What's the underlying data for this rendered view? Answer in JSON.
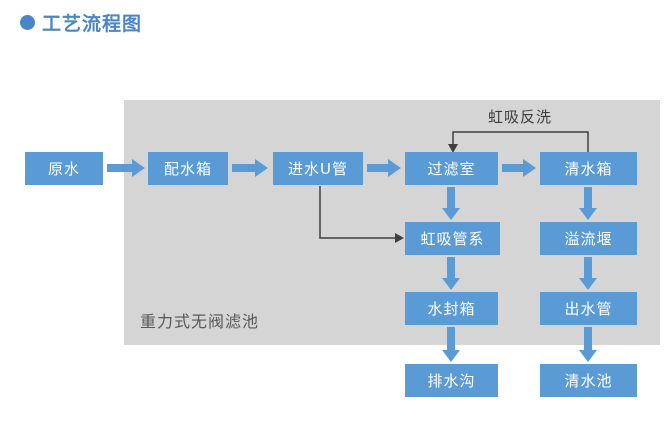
{
  "page": {
    "title": "工艺流程图"
  },
  "diagram": {
    "panel_label": "重力式无阀滤池",
    "feedback_label": "虹吸反洗",
    "nodes": [
      {
        "id": "raw-water",
        "label": "原水"
      },
      {
        "id": "distribution-tank",
        "label": "配水箱"
      },
      {
        "id": "inlet-u-pipe",
        "label": "进水U管"
      },
      {
        "id": "filter-chamber",
        "label": "过滤室"
      },
      {
        "id": "clean-water-tank",
        "label": "清水箱"
      },
      {
        "id": "siphon-pipe-system",
        "label": "虹吸管系"
      },
      {
        "id": "overflow-weir",
        "label": "溢流堰"
      },
      {
        "id": "water-seal-tank",
        "label": "水封箱"
      },
      {
        "id": "outlet-pipe",
        "label": "出水管"
      },
      {
        "id": "drainage-ditch",
        "label": "排水沟"
      },
      {
        "id": "clean-water-pool",
        "label": "清水池"
      }
    ],
    "colors": {
      "node_fill": "#5b9bd5",
      "node_text": "#ffffff",
      "panel_bg": "#d5d5d5",
      "connector_dark": "#404040",
      "title_accent": "#4a86c6"
    }
  }
}
